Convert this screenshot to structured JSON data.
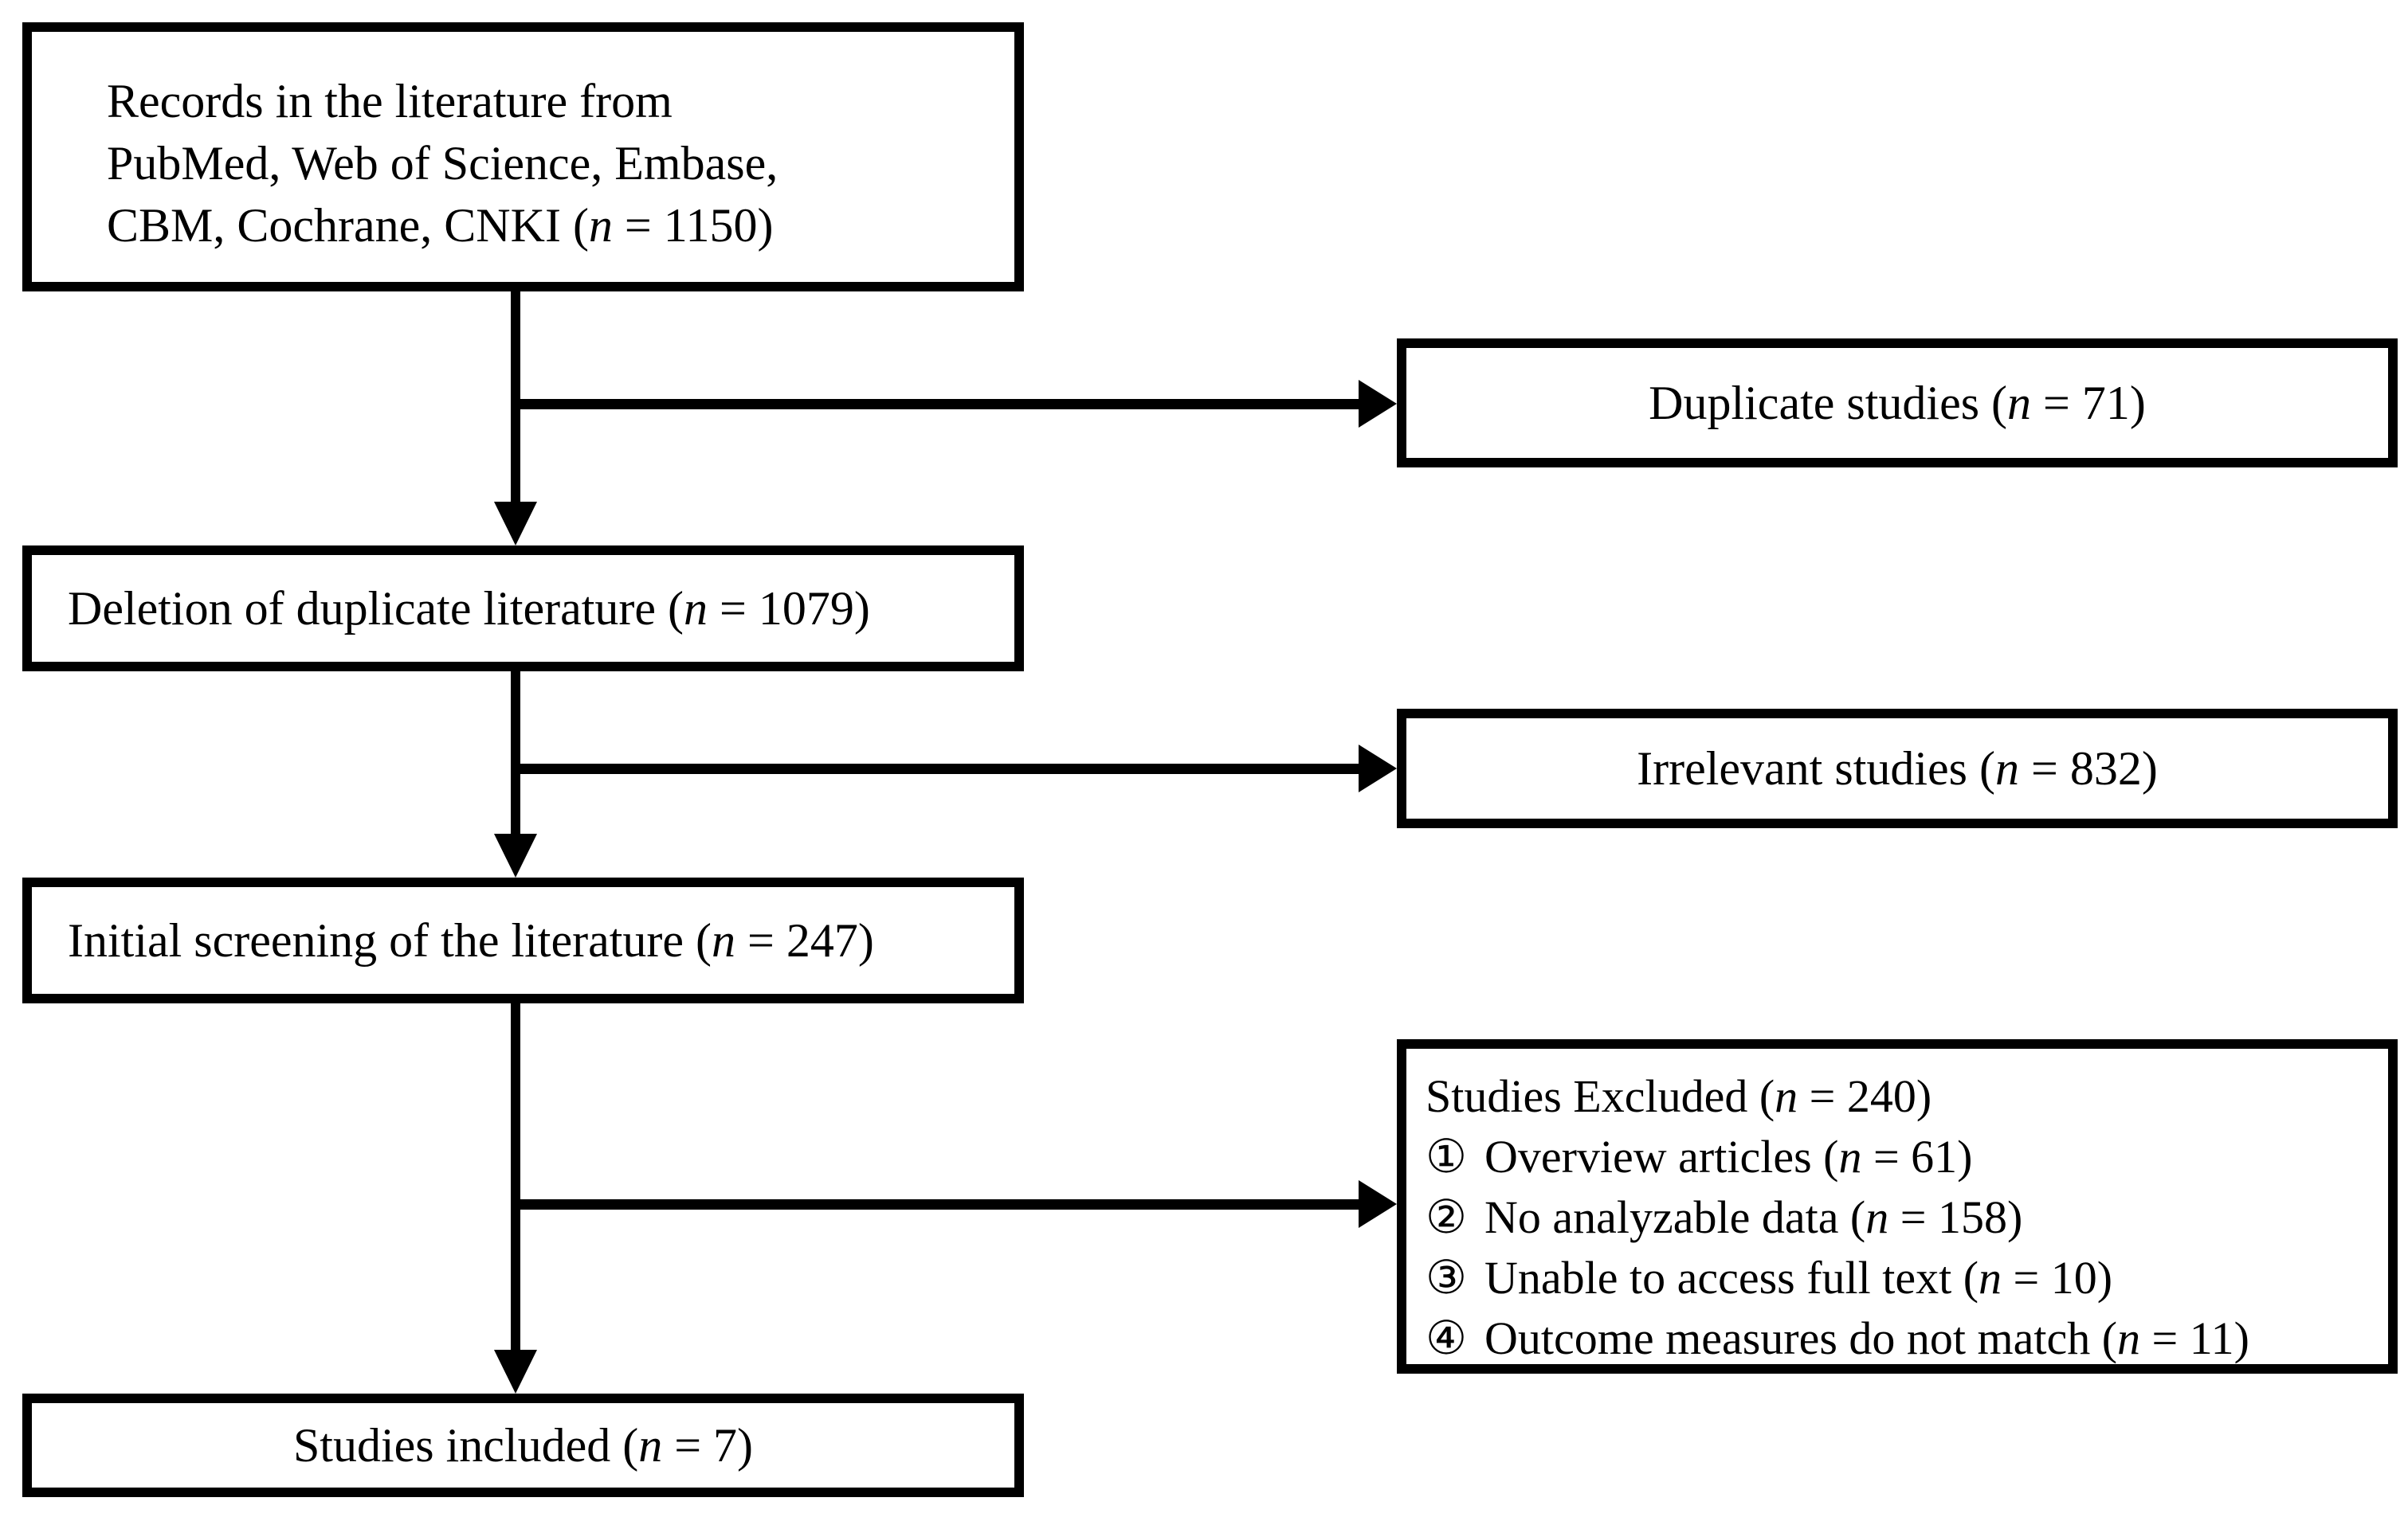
{
  "colors": {
    "background": "#ffffff",
    "line": "#000000",
    "text": "#000000"
  },
  "boxes": {
    "records": {
      "line1": "Records in the literature from",
      "line2": "PubMed, Web of Science, Embase,",
      "line3_pre": "CBM, Cochrane, CNKI (",
      "n": "n",
      "rest": " = 1150)"
    },
    "duplicate": {
      "pre": "Duplicate studies (",
      "n": "n",
      "rest": " = 71)"
    },
    "deletion": {
      "pre": "Deletion of duplicate literature (",
      "n": "n",
      "rest": " = 1079)"
    },
    "irrelevant": {
      "pre": "Irrelevant studies (",
      "n": "n",
      "rest": " = 832)"
    },
    "screening": {
      "pre": "Initial screening of the literature (",
      "n": "n",
      "rest": " = 247)"
    },
    "excluded": {
      "title": {
        "pre": "Studies Excluded (",
        "n": "n",
        "rest": " = 240)"
      },
      "items": [
        {
          "num": "①",
          "pre": "Overview articles (",
          "n": "n",
          "rest": " = 61)"
        },
        {
          "num": "②",
          "pre": "No analyzable data (",
          "n": "n",
          "rest": " = 158)"
        },
        {
          "num": "③",
          "pre": "Unable to access full text (",
          "n": "n",
          "rest": " = 10)"
        },
        {
          "num": "④",
          "pre": "Outcome measures do not match (",
          "n": "n",
          "rest": " = 11)"
        }
      ]
    },
    "included": {
      "pre": "Studies included (",
      "n": "n",
      "rest": " = 7)"
    }
  }
}
